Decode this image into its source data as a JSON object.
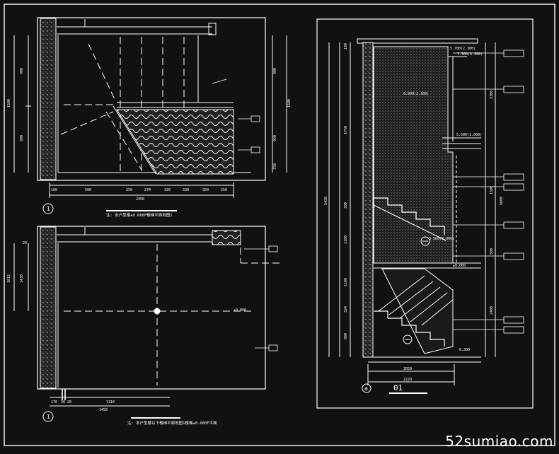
{
  "drawing": {
    "plan_top": {
      "dims_bottom": [
        "100",
        "500",
        "250",
        "270",
        "320",
        "330",
        "250",
        "250"
      ],
      "dim_total": "2450",
      "dims_left": [
        "900",
        "1500",
        "900"
      ],
      "dims_right": [
        "900",
        "1500",
        "950",
        "750"
      ],
      "marker": "1",
      "caption": "注: 本户型楼±0.000F楼梯平面地图1"
    },
    "plan_bottom": {
      "dims_left": [
        "20",
        "1430",
        "1612"
      ],
      "dims_bottom": [
        "170",
        "20 20",
        "1310"
      ],
      "dim_total": "1450",
      "marker": "1",
      "elev": "±0.000",
      "caption": "注: 本户型楼以下楼梯平面地图1楼梯±0.000F平面"
    },
    "section": {
      "dims_left": [
        "100",
        "300",
        "1750",
        "5430",
        "1100",
        "1100",
        "324",
        "900"
      ],
      "dims_right": [
        "2300",
        "1500",
        "5600",
        "500",
        "2400"
      ],
      "dims_bottom": [
        "3050",
        "2220"
      ],
      "marker": "a",
      "title": "01",
      "levels": [
        "5.700(2.300)",
        "7.300(3.300)",
        "6.000(2.100)",
        "5.500(1.000)",
        "3.500(0.000)",
        "±0.000",
        "-0.300"
      ]
    }
  },
  "watermark": "52sumiao.com",
  "colors": {
    "background": "#111111",
    "lines": "#ffffff",
    "accent_red": "#ff3030"
  }
}
